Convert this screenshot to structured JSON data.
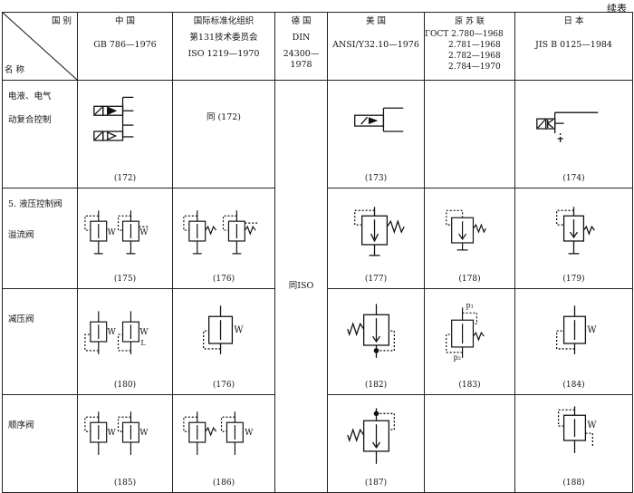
{
  "continuation_note": "续表",
  "header": {
    "corner_top": "国 别",
    "corner_bottom": "名 称",
    "china": [
      "中      国",
      "GB 786—1976"
    ],
    "iso": [
      "国际标准化组织",
      "第131技术委员会",
      "ISO 1219—1970"
    ],
    "germany": [
      "德      国",
      "DIN",
      "24300—1978"
    ],
    "usa": [
      "美      国",
      "ANSI/Y32.10—1976"
    ],
    "ussr": [
      "原 苏 联",
      "ГОСТ 2.780—1968",
      "2.781—1968",
      "2.782—1968",
      "2.784—1970"
    ],
    "japan": [
      "日      本",
      "JIS B 0125—1984"
    ]
  },
  "rows": {
    "r1": {
      "label": [
        "电液、电气",
        "动复合控制"
      ],
      "china": "(172)",
      "iso": "同 (172)",
      "usa": "(173)",
      "japan": "(174)"
    },
    "r2": {
      "label": [
        "5. 液压控制阀",
        "溢流阀"
      ],
      "china": "(175)",
      "iso": "(176)",
      "usa": "(177)",
      "ussr": "(178)",
      "japan": "(179)"
    },
    "r3": {
      "label": [
        "减压阀"
      ],
      "china": "(180)",
      "iso": "(176)",
      "usa": "(182)",
      "ussr": "(183)",
      "japan": "(184)"
    },
    "r4": {
      "label": [
        "顺序阀"
      ],
      "china": "(185)",
      "iso": "(186)",
      "usa": "(187)",
      "japan": "(188)"
    }
  },
  "germany_merged": "同ISO",
  "symbol_text": {
    "w": "W",
    "l": "L",
    "p1": "p₁",
    "p2": "p₂"
  }
}
